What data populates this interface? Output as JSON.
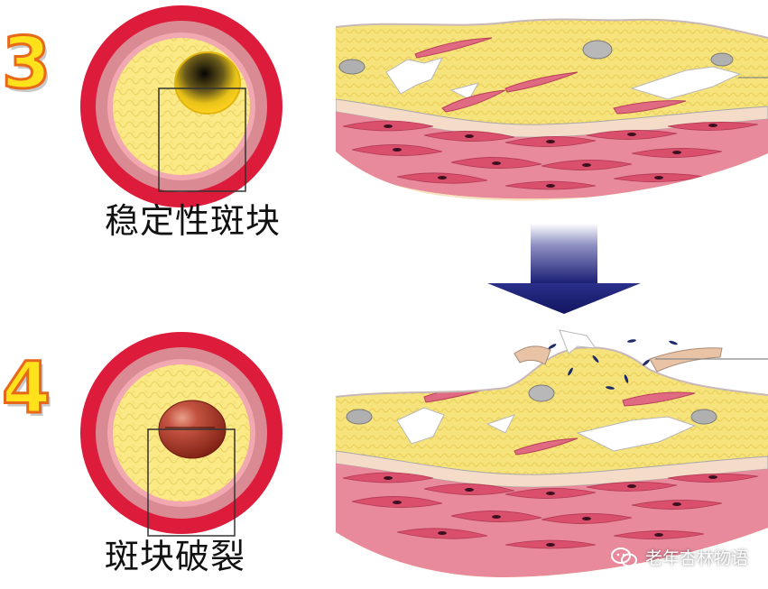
{
  "stages": [
    {
      "number": "3",
      "caption": "稳定性斑块"
    },
    {
      "number": "4",
      "caption": "斑块破裂"
    }
  ],
  "watermark": {
    "text": "老年杏林物语",
    "icon": "wechat-chat-icon"
  },
  "colors": {
    "artery_outer": "#dc1c3a",
    "artery_mid": "#d98a93",
    "artery_inner": "#f2a8b0",
    "plaque_fill": "#fbe985",
    "lipid_core": "#ffd21f",
    "thrombus": "#a93628",
    "muscle": "#e06a82",
    "muscle_dark": "#c0405a",
    "number_fill": "#ffe21c",
    "number_stroke": "#e8681a",
    "arrow": "#1c1f78"
  }
}
